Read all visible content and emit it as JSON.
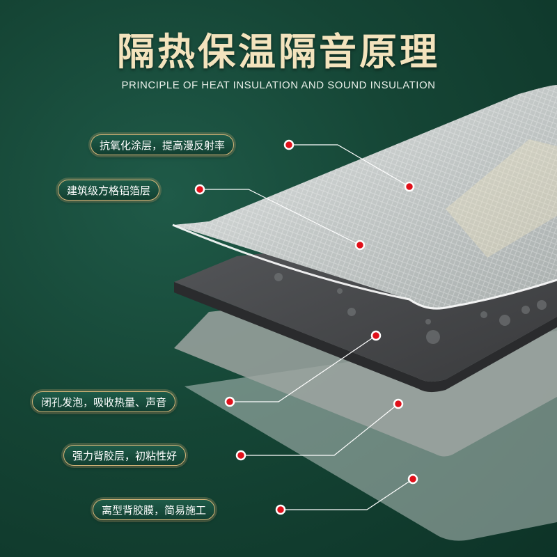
{
  "header": {
    "title": "隔热保温隔音原理",
    "subtitle": "PRINCIPLE OF HEAT INSULATION AND SOUND INSULATION"
  },
  "layers": [
    {
      "label": "抗氧化涂层，提高漫反射率"
    },
    {
      "label": "建筑级方格铝箔层"
    },
    {
      "label": "闭孔发泡，吸收热量、声音"
    },
    {
      "label": "强力背胶层，初粘性好"
    },
    {
      "label": "离型背胶膜，简易施工"
    }
  ],
  "colors": {
    "background": "#154535",
    "title": "#f3e3bd",
    "label_border": "#d6b77a",
    "marker": "#e0101a",
    "foil": "#cfd3d2",
    "foam": "#454647",
    "adhesive": "#9ea4a1",
    "liner": "#b8c3bf"
  }
}
